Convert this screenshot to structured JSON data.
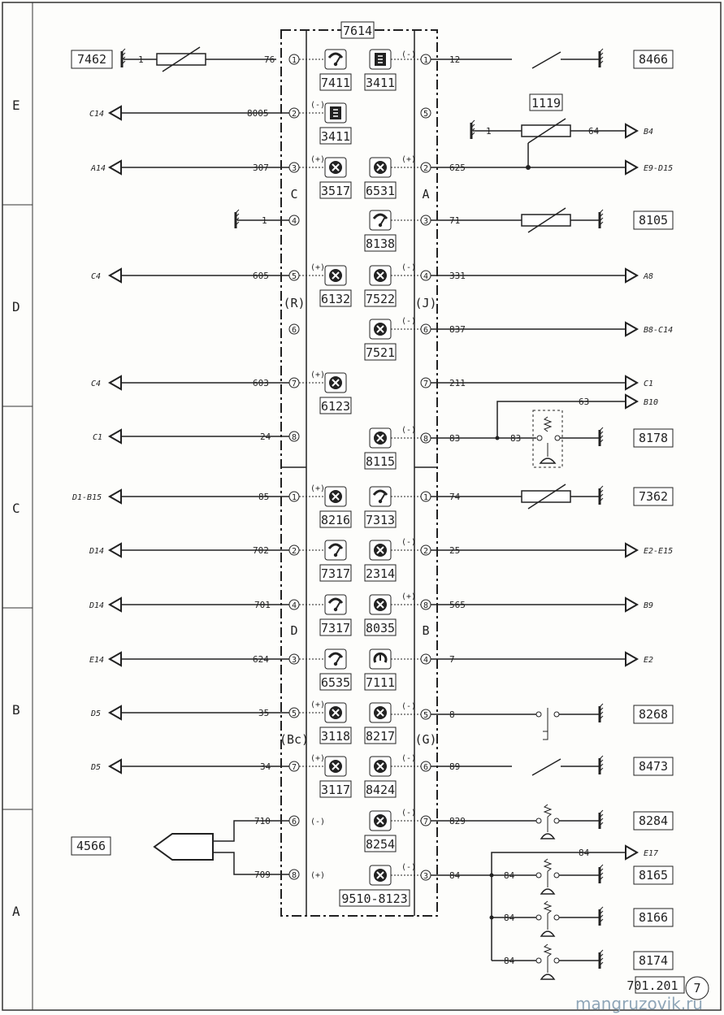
{
  "title": "7614",
  "watermark": "mangruzovik.ru",
  "page_number": "7",
  "doc_code": "701.201 A",
  "zones": [
    "E",
    "D",
    "C",
    "B",
    "A"
  ],
  "connector_labels": {
    "c": "C",
    "a": "A",
    "r": "(R)",
    "j": "(J)",
    "d": "D",
    "b": "B",
    "bc": "(Bc)",
    "g": "(G)"
  },
  "left_rows": [
    {
      "id": "l1",
      "wire": "76",
      "pin": "1",
      "pol": "",
      "dest": "",
      "box": "7462"
    },
    {
      "id": "l2",
      "wire": "8005",
      "pin": "2",
      "pol": "(-)",
      "dest": "C14",
      "box": ""
    },
    {
      "id": "l3",
      "wire": "307",
      "pin": "3",
      "pol": "(+)",
      "dest": "A14",
      "box": ""
    },
    {
      "id": "l4",
      "wire": "1",
      "pin": "4",
      "pol": "",
      "dest": "",
      "box": ""
    },
    {
      "id": "l5",
      "wire": "605",
      "pin": "5",
      "pol": "(+)",
      "dest": "C4",
      "box": ""
    },
    {
      "id": "l6",
      "wire": "",
      "pin": "6",
      "pol": "",
      "dest": "",
      "box": ""
    },
    {
      "id": "l7",
      "wire": "603",
      "pin": "7",
      "pol": "(+)",
      "dest": "C4",
      "box": ""
    },
    {
      "id": "l8",
      "wire": "24",
      "pin": "8",
      "pol": "",
      "dest": "C1",
      "box": ""
    },
    {
      "id": "l9",
      "wire": "85",
      "pin": "1",
      "pol": "(+)",
      "dest": "D1-B15",
      "box": ""
    },
    {
      "id": "l10",
      "wire": "702",
      "pin": "2",
      "pol": "",
      "dest": "D14",
      "box": ""
    },
    {
      "id": "l11",
      "wire": "701",
      "pin": "4",
      "pol": "",
      "dest": "D14",
      "box": ""
    },
    {
      "id": "l12",
      "wire": "624",
      "pin": "3",
      "pol": "",
      "dest": "E14",
      "box": ""
    },
    {
      "id": "l13",
      "wire": "35",
      "pin": "5",
      "pol": "(+)",
      "dest": "D5",
      "box": ""
    },
    {
      "id": "l14",
      "wire": "34",
      "pin": "7",
      "pol": "(+)",
      "dest": "D5",
      "box": ""
    },
    {
      "id": "l15",
      "wire": "710",
      "pin": "6",
      "pol": "(-)",
      "dest": "",
      "box": ""
    },
    {
      "id": "l16",
      "wire": "709",
      "pin": "8",
      "pol": "(+)",
      "dest": "",
      "box": ""
    }
  ],
  "right_rows": [
    {
      "id": "r1",
      "wire": "12",
      "pin": "1",
      "pol": "(-)",
      "dest": "",
      "box": "8466"
    },
    {
      "id": "r2",
      "wire": "",
      "pin": "5",
      "pol": "",
      "dest": "",
      "box": ""
    },
    {
      "id": "r3",
      "wire": "625",
      "pin": "2",
      "pol": "(+)",
      "dest": "E9-D15",
      "box": ""
    },
    {
      "id": "r4",
      "wire": "71",
      "pin": "3",
      "pol": "",
      "dest": "",
      "box": "8105"
    },
    {
      "id": "r5",
      "wire": "331",
      "pin": "4",
      "pol": "(-)",
      "dest": "A8",
      "box": ""
    },
    {
      "id": "r6",
      "wire": "837",
      "pin": "6",
      "pol": "(-)",
      "dest": "B8-C14",
      "box": ""
    },
    {
      "id": "r7",
      "wire": "211",
      "pin": "7",
      "pol": "",
      "dest": "C1",
      "box": ""
    },
    {
      "id": "r8",
      "wire": "83",
      "pin": "8",
      "pol": "(-)",
      "dest": "",
      "box": "8178"
    },
    {
      "id": "r9",
      "wire": "74",
      "pin": "1",
      "pol": "",
      "dest": "",
      "box": "7362"
    },
    {
      "id": "r10",
      "wire": "25",
      "pin": "2",
      "pol": "(-)",
      "dest": "E2-E15",
      "box": ""
    },
    {
      "id": "r11",
      "wire": "565",
      "pin": "8",
      "pol": "(+)",
      "dest": "B9",
      "box": ""
    },
    {
      "id": "r12",
      "wire": "7",
      "pin": "4",
      "pol": "",
      "dest": "E2",
      "box": ""
    },
    {
      "id": "r13",
      "wire": "8",
      "pin": "5",
      "pol": "(-)",
      "dest": "",
      "box": "8268"
    },
    {
      "id": "r14",
      "wire": "89",
      "pin": "6",
      "pol": "(-)",
      "dest": "",
      "box": "8473"
    },
    {
      "id": "r15",
      "wire": "829",
      "pin": "7",
      "pol": "(-)",
      "dest": "",
      "box": "8284"
    },
    {
      "id": "r16",
      "wire": "84",
      "pin": "3",
      "pol": "(-)",
      "dest": "",
      "box": ""
    }
  ],
  "lamps": [
    {
      "id": "k1",
      "code": "7411",
      "icon": "gauge-icon"
    },
    {
      "id": "k2",
      "code": "3411",
      "icon": "beam-icon"
    },
    {
      "id": "k3",
      "code": "3411",
      "icon": "beam-icon"
    },
    {
      "id": "k4",
      "code": "3517",
      "icon": "lamp-icon"
    },
    {
      "id": "k5",
      "code": "6531",
      "icon": "lamp-icon"
    },
    {
      "id": "k6",
      "code": "8138",
      "icon": "gauge-icon"
    },
    {
      "id": "k7",
      "code": "6132",
      "icon": "lamp-icon"
    },
    {
      "id": "k8",
      "code": "7522",
      "icon": "lamp-icon"
    },
    {
      "id": "k9",
      "code": "7521",
      "icon": "lamp-icon"
    },
    {
      "id": "k10",
      "code": "6123",
      "icon": "lamp-icon"
    },
    {
      "id": "k11",
      "code": "8115",
      "icon": "lamp-icon"
    },
    {
      "id": "k12",
      "code": "8216",
      "icon": "lamp-icon"
    },
    {
      "id": "k13",
      "code": "7313",
      "icon": "gauge-icon"
    },
    {
      "id": "k14",
      "code": "7317",
      "icon": "gauge-icon"
    },
    {
      "id": "k15",
      "code": "2314",
      "icon": "lamp-icon"
    },
    {
      "id": "k16",
      "code": "7317",
      "icon": "gauge-icon"
    },
    {
      "id": "k17",
      "code": "8035",
      "icon": "lamp-icon"
    },
    {
      "id": "k18",
      "code": "6535",
      "icon": "gauge-icon"
    },
    {
      "id": "k19",
      "code": "7111",
      "icon": "tacho-icon"
    },
    {
      "id": "k20",
      "code": "3118",
      "icon": "lamp-icon"
    },
    {
      "id": "k21",
      "code": "8217",
      "icon": "lamp-icon"
    },
    {
      "id": "k22",
      "code": "3117",
      "icon": "lamp-icon"
    },
    {
      "id": "k23",
      "code": "8424",
      "icon": "lamp-icon"
    },
    {
      "id": "k24",
      "code": "8254",
      "icon": "lamp-icon"
    },
    {
      "id": "k25",
      "code": "9510-8123",
      "icon": "lamp-icon"
    }
  ],
  "components": {
    "sensor_1119": "1119",
    "sensor_4566": "4566",
    "branch_84": "84",
    "dest_e17": "E17",
    "dest_b10": "B10",
    "wire_63": "63",
    "wire_64": "64",
    "dest_b4": "B4",
    "box_8165": "8165",
    "box_8166": "8166",
    "box_8174": "8174",
    "wire_1": "1"
  }
}
